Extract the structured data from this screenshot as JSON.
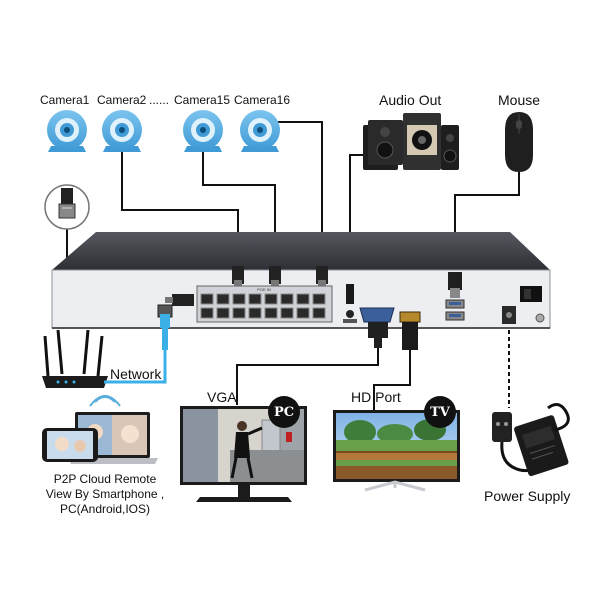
{
  "cameras": {
    "camera1": "Camera1",
    "camera2": "Camera2",
    "ellipsis": "......",
    "camera15": "Camera15",
    "camera16": "Camera16"
  },
  "labels": {
    "audio_out": "Audio Out",
    "mouse": "Mouse",
    "network": "Network",
    "vga": "VGA",
    "hd_port": "HD Port",
    "power_supply": "Power Supply"
  },
  "badges": {
    "pc": "PC",
    "tv": "TV"
  },
  "p2p": {
    "line1": "P2P Cloud Remote",
    "line2": "View By Smartphone ,",
    "line3": "PC(Android,IOS)"
  },
  "nvr_port_text": "POE IN",
  "colors": {
    "camera_blue": "#5aaede",
    "nvr_body": "#3a3d42",
    "nvr_panel": "#e9ebee",
    "cable": "#111111",
    "network_cable": "#3ab0e6"
  }
}
